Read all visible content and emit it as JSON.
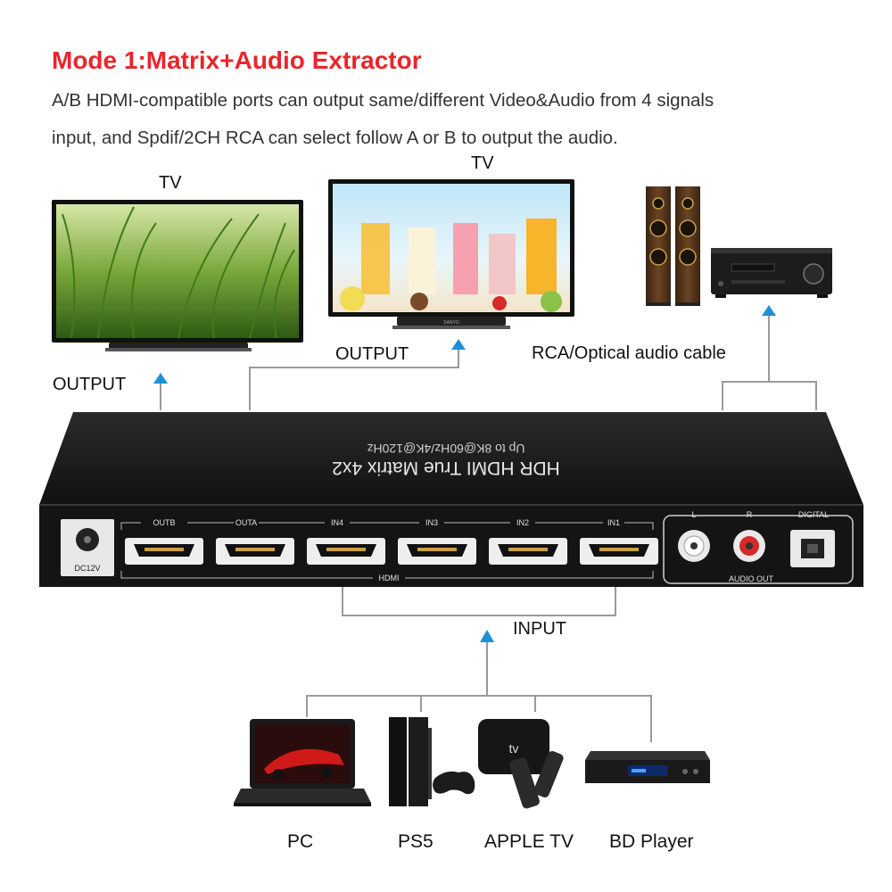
{
  "header": {
    "title": "Mode 1:Matrix+Audio Extractor",
    "desc_line1": "A/B HDMI-compatible ports can output same/different Video&Audio from 4 signals",
    "desc_line2": "input, and Spdif/2CH RCA can select follow A or B to output the audio."
  },
  "outputs": {
    "tv_left_label": "TV",
    "tv_right_label": "TV",
    "output_left_label": "OUTPUT",
    "output_right_label": "OUTPUT",
    "audio_cable_label": "RCA/Optical audio cable",
    "tv_brand": "SANYO"
  },
  "device": {
    "top_line1": "HDR HDMI True Matrix 4x2",
    "top_line2": "Up to 8K@60Hz/4K@120Hz",
    "power_label": "DC12V",
    "ports": [
      "OUTB",
      "OUTA",
      "IN4",
      "IN3",
      "IN2",
      "IN1"
    ],
    "hdmi_label": "HDMI",
    "audio_l": "L",
    "audio_r": "R",
    "digital_label": "DIGITAL",
    "audio_out_label": "AUDIO OUT"
  },
  "inputs": {
    "input_label": "INPUT",
    "sources": [
      "PC",
      "PS5",
      "APPLE TV",
      "BD Player"
    ]
  },
  "colors": {
    "title_red": "#e8262b",
    "arrow_blue": "#1e90d6",
    "device_body": "#1a1a1a"
  }
}
